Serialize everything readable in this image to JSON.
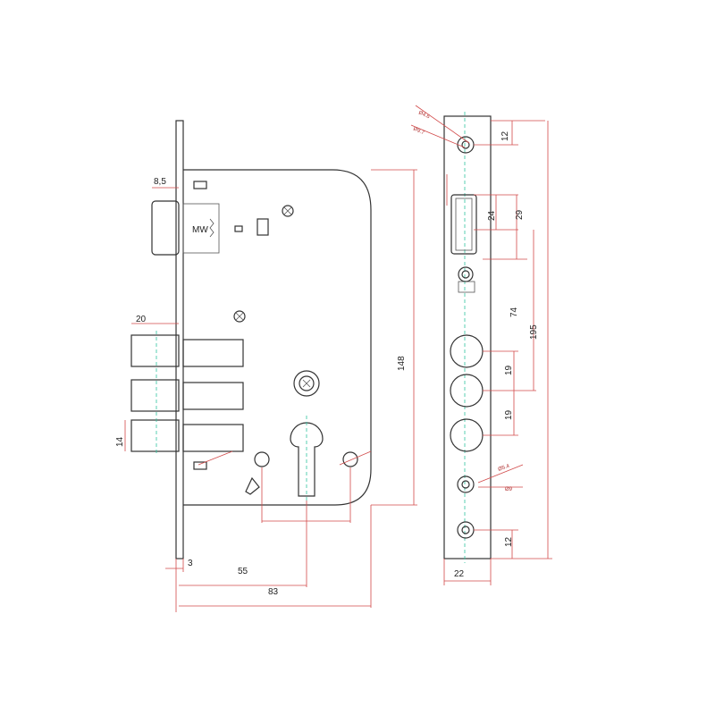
{
  "dimensions": {
    "backset_offset": "8,5",
    "bolt_projection": "20",
    "bolt_height": "14",
    "faceplate_thickness": "3",
    "backset": "55",
    "case_width": "83",
    "case_height": "148",
    "top_hole_spacing": "12",
    "latch_height": "24",
    "latch_pitch": "29",
    "latch_to_cylinder": "74",
    "total_length": "195",
    "bolt_spacing_1": "19",
    "bolt_spacing_2": "19",
    "bottom_hole_spacing": "12",
    "faceplate_width": "22"
  },
  "small_labels": {
    "top_hole_dia_1": "Ø4.6",
    "top_hole_dia_2": "Ø9.7",
    "bottom_hole_dia_1": "Ø5.4",
    "bottom_hole_dia_2": "Ø9"
  },
  "latch_marking": "MW",
  "colors": {
    "outline": "#333333",
    "dimension": "#d24a4a",
    "centerline": "#2fc4a0"
  }
}
